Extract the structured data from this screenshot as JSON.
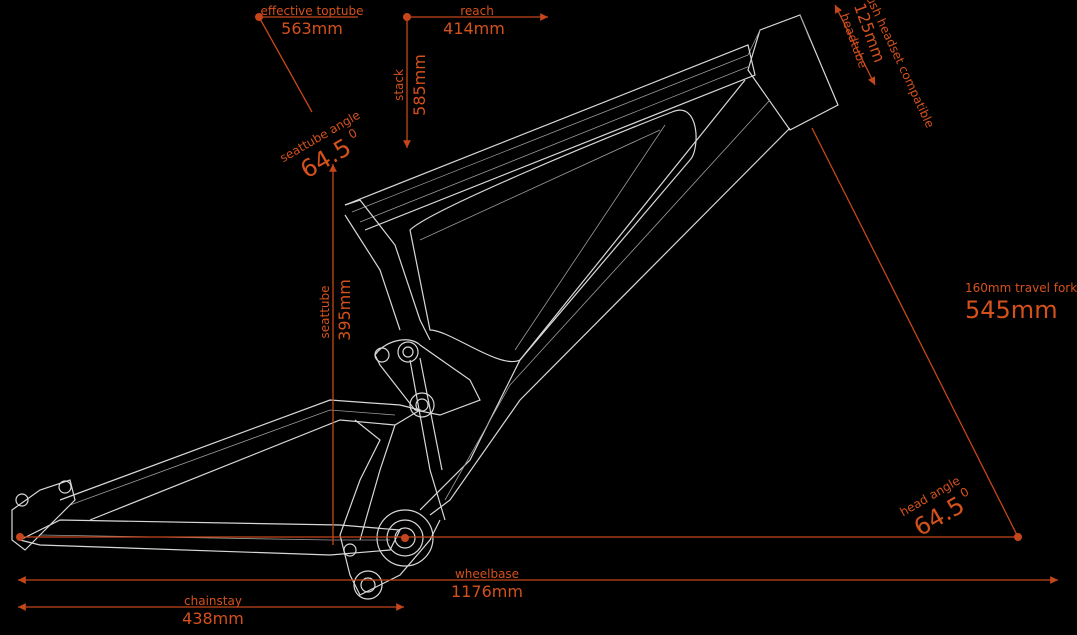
{
  "colors": {
    "background": "#000000",
    "accent": "#c4461a",
    "frame_line": "#d8d8d8"
  },
  "dimensions": {
    "effective_toptube": {
      "label": "effective toptube",
      "value": "563mm"
    },
    "reach": {
      "label": "reach",
      "value": "414mm"
    },
    "stack": {
      "label": "stack",
      "value": "585mm"
    },
    "seattube_angle": {
      "label": "seattube angle",
      "value": "64.5",
      "unit": "0"
    },
    "seattube": {
      "label": "seattube",
      "value": "395mm"
    },
    "headtube": {
      "label": "headtube",
      "value": "125mm",
      "note": "flush headset compatible"
    },
    "fork": {
      "label": "160mm travel fork",
      "value": "545mm"
    },
    "head_angle": {
      "label": "head angle",
      "value": "64.5",
      "unit": "0"
    },
    "wheelbase": {
      "label": "wheelbase",
      "value": "1176mm"
    },
    "chainstay": {
      "label": "chainstay",
      "value": "438mm"
    }
  }
}
